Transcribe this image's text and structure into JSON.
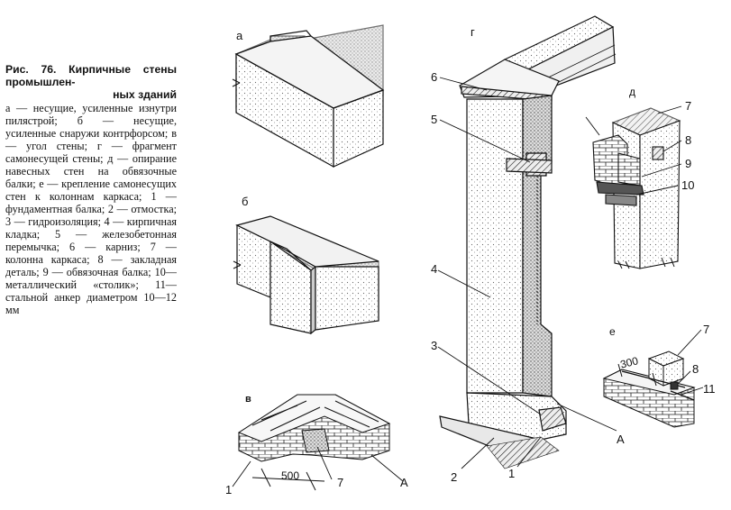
{
  "caption": {
    "title_line1": "Рис. 76. Кирпичные стены промышлен-",
    "title_line2": "ных зданий",
    "body": "а — несущие, усиленные изнутри пилястрой; б — несущие, усиленные снаружи контрфорсом; в — угол стены; г — фрагмент самонесущей стены; д — опирание навесных стен на обвязочные балки; е — крепление самонесущих стен к колоннам каркаса; 1 — фундаментная балка; 2 — отмостка; 3 — гидроизоляция; 4 — кирпичная кладка; 5 — железобетонная перемычка; 6 — карниз; 7 — колонна каркаса; 8 — закладная деталь; 9 — обвязочная балка; 10— металлический «столик»; 11— стальной анкер диаметром 10—12 мм"
  },
  "figure_letters": {
    "a": "а",
    "b": "б",
    "v": "в",
    "g": "г",
    "d": "д",
    "e": "е"
  },
  "callouts": {
    "n1": "1",
    "n2": "2",
    "n3": "3",
    "n4": "4",
    "n5": "5",
    "n6": "6",
    "n7": "7",
    "n8": "8",
    "n9": "9",
    "n10": "10",
    "n11": "11",
    "A": "А"
  },
  "dimensions": {
    "d500": "500",
    "d300": "300"
  }
}
